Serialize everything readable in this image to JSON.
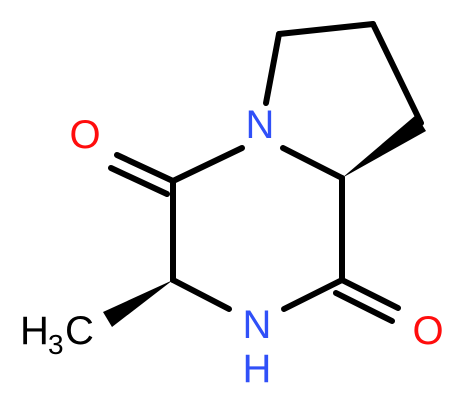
{
  "molecule": {
    "atoms": {
      "oxygen_left": "O",
      "nitrogen_ring": "N",
      "oxygen_right": "O",
      "nitrogen_amide": "N",
      "amide_h": "H",
      "methyl_h": "H",
      "methyl_sub": "3",
      "methyl_c": "C"
    },
    "colors": {
      "bond": "#000000",
      "oxygen": "#ff0d0d",
      "nitrogen": "#3050f8"
    }
  }
}
